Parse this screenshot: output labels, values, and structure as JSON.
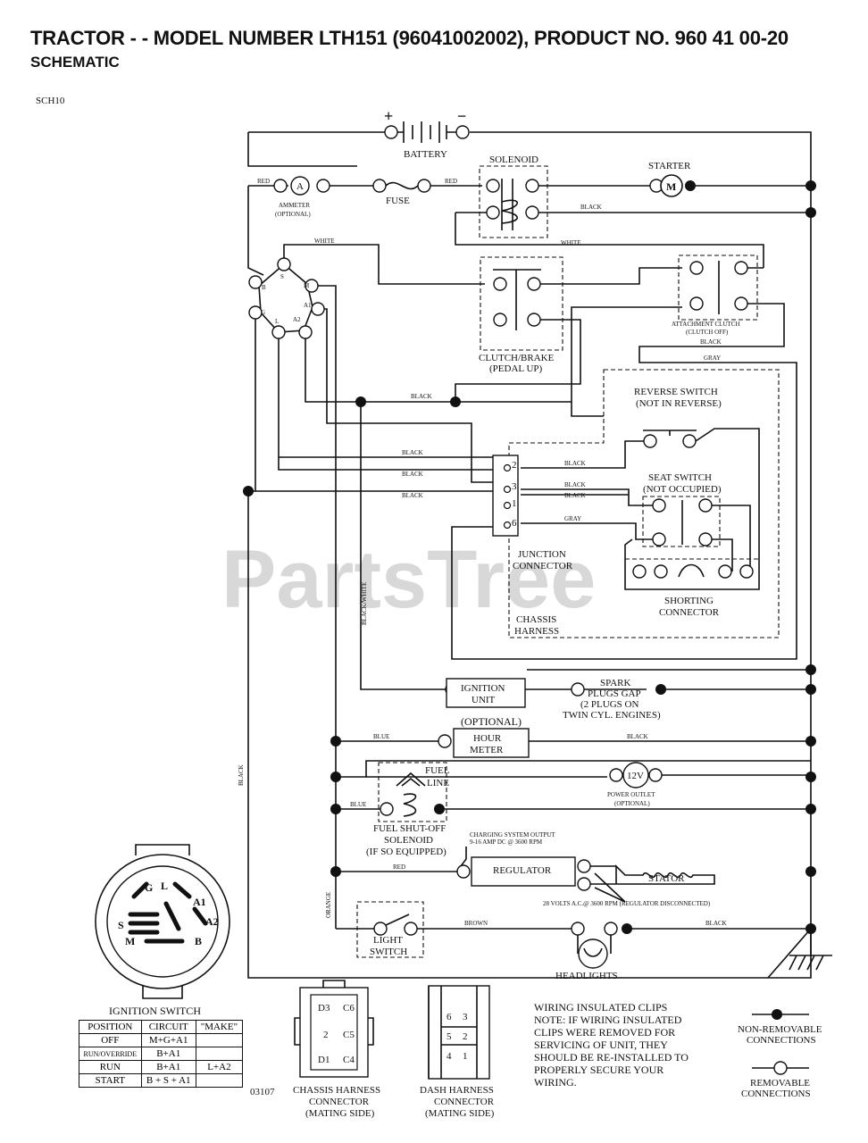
{
  "header": {
    "title": "TRACTOR - - MODEL NUMBER LTH151 (96041002002), PRODUCT NO. 960 41 00-20",
    "subtitle": "SCHEMATIC"
  },
  "sheet_code": "SCH10",
  "drawing_number": "03107",
  "watermark": "PartsTree",
  "wire_colors": {
    "red": "RED",
    "black": "BLACK",
    "white": "WHITE",
    "gray": "GRAY",
    "blue": "BLUE",
    "orange": "ORANGE",
    "brown": "BROWN",
    "black_white": "BLACK/WHITE"
  },
  "components": {
    "battery": "BATTERY",
    "battery_plus": "+",
    "battery_minus": "−",
    "solenoid": "SOLENOID",
    "starter": "STARTER",
    "starter_symbol": "M",
    "ammeter_symbol": "A",
    "ammeter": [
      "AMMETER",
      "(OPTIONAL)"
    ],
    "fuse": "FUSE",
    "attachment_clutch": [
      "ATTACHMENT CLUTCH",
      "(CLUTCH OFF)"
    ],
    "clutch_brake": [
      "CLUTCH/BRAKE",
      "(PEDAL UP)"
    ],
    "reverse_switch": [
      "REVERSE SWITCH",
      "(NOT IN REVERSE)"
    ],
    "seat_switch": [
      "SEAT SWITCH",
      "(NOT OCCUPIED)"
    ],
    "junction_connector": [
      "JUNCTION",
      "CONNECTOR"
    ],
    "junction_pins": [
      "2",
      "3",
      "1",
      "6"
    ],
    "shorting_connector": [
      "SHORTING",
      "CONNECTOR"
    ],
    "chassis_harness": [
      "CHASSIS",
      "HARNESS"
    ],
    "ignition_unit": [
      "IGNITION",
      "UNIT"
    ],
    "spark_plugs": [
      "SPARK",
      "PLUGS GAP",
      "(2 PLUGS ON",
      "TWIN CYL. ENGINES)"
    ],
    "optional": "(OPTIONAL)",
    "hour_meter": [
      "HOUR",
      "METER"
    ],
    "fuel_line": [
      "FUEL",
      "LINE"
    ],
    "power_outlet_symbol": "12V",
    "power_outlet": [
      "POWER OUTLET",
      "(OPTIONAL)"
    ],
    "fuel_solenoid": [
      "FUEL SHUT-OFF",
      "SOLENOID",
      "(IF SO EQUIPPED)"
    ],
    "charging_output": [
      "CHARGING SYSTEM OUTPUT",
      "9-16 AMP DC @ 3600 RPM"
    ],
    "regulator": "REGULATOR",
    "stator": "STATOR",
    "ac_volts": "28 VOLTS A.C.@ 3600 RPM (REGULATOR DISCONNECTED)",
    "light_switch": [
      "LIGHT",
      "SWITCH"
    ],
    "headlights": "HEADLIGHTS",
    "ignition_terminals": [
      "S",
      "B",
      "G",
      "L",
      "A2",
      "A1",
      "M"
    ]
  },
  "ignition_switch": {
    "title": "IGNITION SWITCH",
    "face_labels": [
      "G",
      "L",
      "A1",
      "S",
      "A2",
      "M",
      "B"
    ],
    "headers": [
      "POSITION",
      "CIRCUIT",
      "\"MAKE\""
    ],
    "rows": [
      [
        "OFF",
        "M+G+A1",
        ""
      ],
      [
        "RUN/OVERRIDE",
        "B+A1",
        ""
      ],
      [
        "RUN",
        "B+A1",
        "L+A2"
      ],
      [
        "START",
        "B + S + A1",
        ""
      ]
    ]
  },
  "connectors": {
    "chassis": {
      "label": [
        "CHASSIS HARNESS",
        "CONNECTOR",
        "(MATING SIDE)"
      ],
      "pins": [
        "D3",
        "C6",
        "2",
        "C5",
        "D1",
        "C4"
      ]
    },
    "dash": {
      "label": [
        "DASH HARNESS",
        "CONNECTOR",
        "(MATING SIDE)"
      ],
      "pins": [
        "6",
        "3",
        "5",
        "2",
        "4",
        "1"
      ]
    }
  },
  "note": {
    "lines": [
      "WIRING INSULATED CLIPS",
      "NOTE:  IF WIRING INSULATED",
      "CLIPS WERE REMOVED FOR",
      "SERVICING OF UNIT, THEY",
      "SHOULD BE RE-INSTALLED TO",
      "PROPERLY SECURE YOUR",
      " WIRING."
    ]
  },
  "legend": {
    "non_removable": [
      "NON-REMOVABLE",
      "CONNECTIONS"
    ],
    "removable": [
      "REMOVABLE",
      "CONNECTIONS"
    ]
  }
}
